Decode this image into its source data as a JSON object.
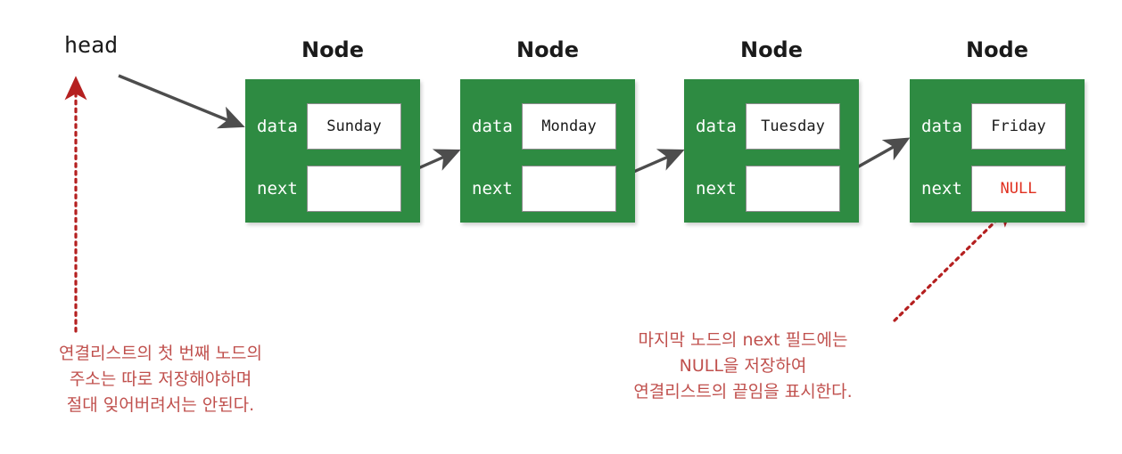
{
  "diagram": {
    "title_alt": "Singly linked list structure",
    "head_label": "head",
    "node_title": "Node",
    "field_labels": {
      "data": "data",
      "next": "next"
    },
    "nodes": [
      {
        "title": "Node",
        "data": "Sunday",
        "next": ""
      },
      {
        "title": "Node",
        "data": "Monday",
        "next": ""
      },
      {
        "title": "Node",
        "data": "Tuesday",
        "next": ""
      },
      {
        "title": "Node",
        "data": "Friday",
        "next": "NULL"
      }
    ],
    "captions": {
      "left": {
        "line1": "연결리스트의 첫 번째 노드의",
        "line2": "주소는 따로 저장해야하며",
        "line3": "절대 잊어버려서는 안된다."
      },
      "right": {
        "line1": "마지막 노드의 next 필드에는",
        "line2": "NULL을 저장하여",
        "line3": "연결리스트의 끝임을 표시한다."
      }
    },
    "colors": {
      "node_fill": "#2e8b42",
      "field_text": "#1a1a1a",
      "label_text": "#ffffff",
      "null_text": "#e03020",
      "caption_text": "#c0504d",
      "link_arrow": "#4d4d4d",
      "annotation_arrow": "#cc2222",
      "background": "#ffffff"
    }
  }
}
